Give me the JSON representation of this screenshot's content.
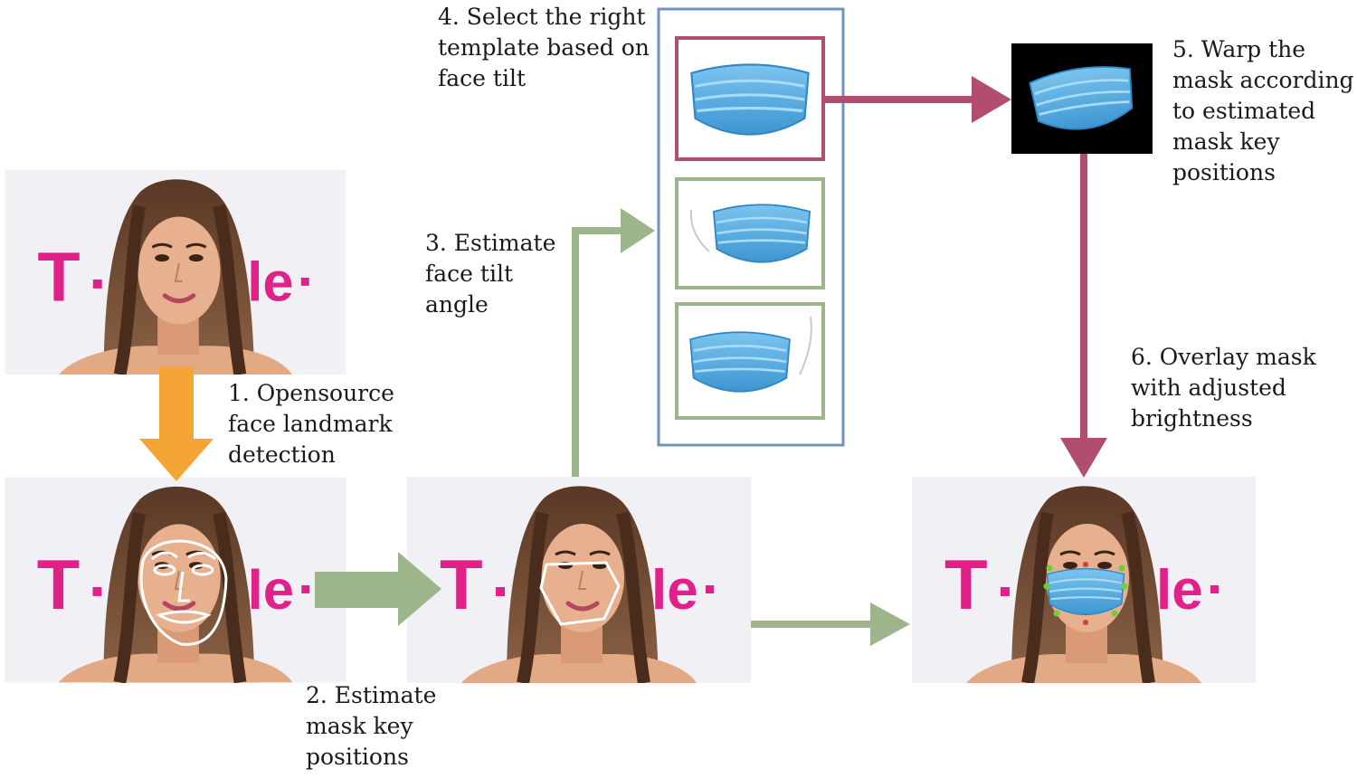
{
  "steps": [
    {
      "lines": [
        "1. Opensource",
        "face landmark",
        "detection"
      ]
    },
    {
      "lines": [
        "2. Estimate",
        "mask key",
        "positions"
      ]
    },
    {
      "lines": [
        "3. Estimate",
        "face tilt",
        "angle"
      ]
    },
    {
      "lines": [
        "4. Select the right",
        "template based on",
        "face tilt"
      ]
    },
    {
      "lines": [
        "5. Warp the",
        "mask according",
        "to estimated",
        "mask key",
        "positions"
      ]
    },
    {
      "lines": [
        "6. Overlay mask",
        "with adjusted",
        "brightness"
      ]
    }
  ],
  "photos": {
    "brand_left": "T",
    "brand_right": "le"
  },
  "colors": {
    "arrow_orange": "#f4a535",
    "arrow_green": "#9db58a",
    "arrow_red": "#b34d6e",
    "box_blue": "#6f93c3",
    "box_red": "#b34d6e",
    "box_green": "#9db58a",
    "mask_blue": "#5fb0e2",
    "brand_pink": "#e0218a"
  }
}
